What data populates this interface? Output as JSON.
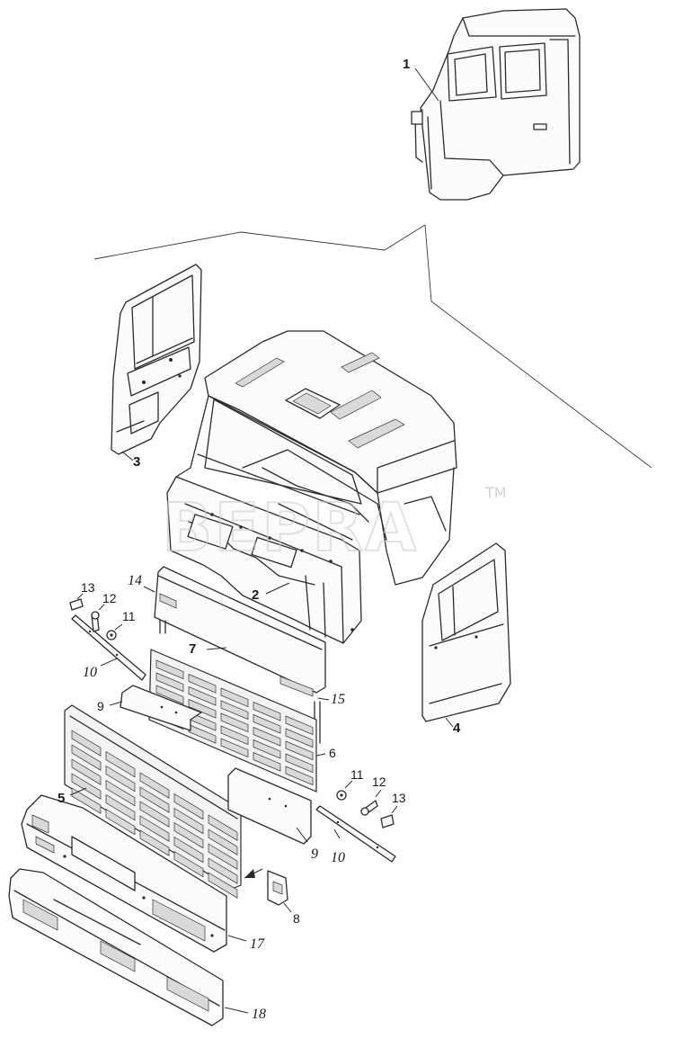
{
  "watermark": {
    "text": "BEPRA",
    "tm": "TM"
  },
  "callouts": [
    {
      "id": "c1",
      "text": "1",
      "style": "bold"
    },
    {
      "id": "c2",
      "text": "2",
      "style": "bold"
    },
    {
      "id": "c3",
      "text": "3",
      "style": "bold"
    },
    {
      "id": "c4",
      "text": "4",
      "style": "bold"
    },
    {
      "id": "c5",
      "text": "5",
      "style": "bold"
    },
    {
      "id": "c6",
      "text": "6",
      "style": "plain"
    },
    {
      "id": "c7",
      "text": "7",
      "style": "bold"
    },
    {
      "id": "c8",
      "text": "8",
      "style": "plain"
    },
    {
      "id": "c9a",
      "text": "9",
      "style": "plain"
    },
    {
      "id": "c9b",
      "text": "9",
      "style": "italic"
    },
    {
      "id": "c10a",
      "text": "10",
      "style": "italic"
    },
    {
      "id": "c10b",
      "text": "10",
      "style": "italic"
    },
    {
      "id": "c11a",
      "text": "11",
      "style": "plain"
    },
    {
      "id": "c11b",
      "text": "11",
      "style": "plain"
    },
    {
      "id": "c12a",
      "text": "12",
      "style": "plain"
    },
    {
      "id": "c12b",
      "text": "12",
      "style": "plain"
    },
    {
      "id": "c13a",
      "text": "13",
      "style": "plain"
    },
    {
      "id": "c13b",
      "text": "13",
      "style": "plain"
    },
    {
      "id": "c14",
      "text": "14",
      "style": "italic"
    },
    {
      "id": "c15",
      "text": "15",
      "style": "italic"
    },
    {
      "id": "c17",
      "text": "17",
      "style": "italic"
    },
    {
      "id": "c18",
      "text": "18",
      "style": "italic"
    }
  ]
}
